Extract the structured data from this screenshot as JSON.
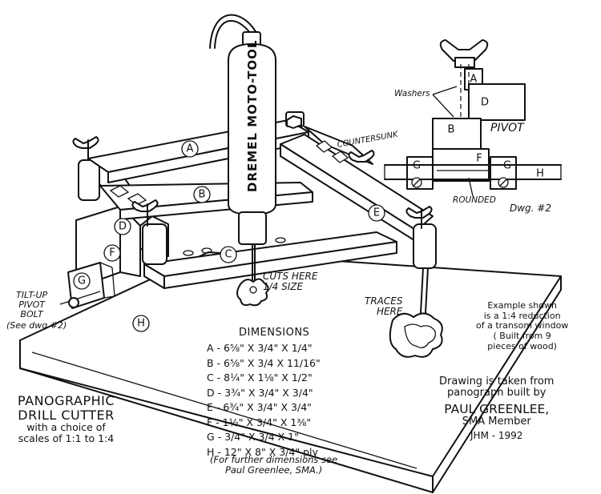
{
  "tool_label": "DREMEL MOTO-TOOL",
  "parts": {
    "a": "A",
    "b": "B",
    "c": "C",
    "d": "D",
    "e": "E",
    "f": "F",
    "g": "G",
    "h": "H"
  },
  "callouts": {
    "countersunk": "COUNTERSUNK",
    "cuts_line1": "CUTS HERE",
    "cuts_line2": "1/4 SIZE",
    "traces_line1": "TRACES",
    "traces_line2": "HERE",
    "tilt_line1": "TILT-UP",
    "tilt_line2": "PIVOT",
    "tilt_line3": "BOLT",
    "tilt_line4": "(See dwg #2)"
  },
  "pivot_detail": {
    "washers": "Washers",
    "pivot": "PIVOT",
    "rounded": "ROUNDED",
    "dwg": "Dwg. #2"
  },
  "dimensions": {
    "heading": "DIMENSIONS",
    "rows": [
      "A - 6⅝\" X 3/4\" X 1/4\"",
      "B - 6⅝\" X 3/4 X 11/16\"",
      "C - 8¼\" X 1⅛\" X 1/2\"",
      "D - 3¾\" X 3/4\" X 3/4\"",
      "E - 6¾\" X 3/4\" X 3/4\"",
      "F - 1½\" X 3/4\" X 1⅜\"",
      "G - 3/4\" X 3/4 X 1\"",
      "H - 12\" X 8\" X 3/4\" ply"
    ],
    "note_line1": "(For further dimensions see",
    "note_line2": "Paul Greenlee, SMA.)"
  },
  "example_note": [
    "Example shown",
    "is a 1:4 reduction",
    "of a transom window",
    "( Built from 9",
    "pieces of wood)"
  ],
  "credit": {
    "line1": "Drawing is taken from",
    "line2": "panograph built by",
    "name": "PAUL GREENLEE,",
    "member": "SMA Member",
    "sig": "JHM - 1992"
  },
  "title": {
    "line1": "PANOGRAPHIC",
    "line2": "DRILL CUTTER",
    "line3": "with a choice of",
    "line4": "scales of 1:1 to 1:4"
  }
}
